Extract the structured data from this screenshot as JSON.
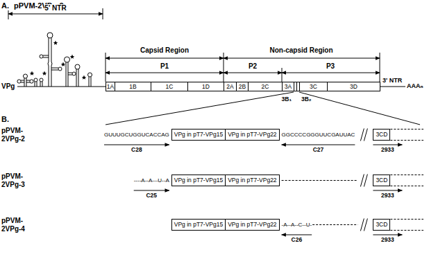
{
  "diagram": {
    "nodes": [
      {
        "text": [
          "1A"
        ]
      },
      {
        "text": [
          "1B"
        ]
      },
      {
        "text": [
          "1C"
        ]
      },
      {
        "text": [
          "1D"
        ]
      },
      {
        "text": [
          "2A"
        ]
      },
      {
        "text": [
          "2B"
        ]
      },
      {
        "text": [
          "2C"
        ]
      },
      {
        "text": [
          "3A"
        ]
      },
      {
        "text": [
          "3C"
        ]
      },
      {
        "text": [
          "3D"
        ]
      },
      {
        "text": [
          "VPg in pT7-VPg15"
        ]
      },
      {
        "text": [
          "VPg in pT7-VPg22"
        ]
      },
      {
        "text": [
          "3CD"
        ]
      },
      {
        "text": [
          "VPg in pT7-VPg15"
        ]
      },
      {
        "text": [
          "VPg in pT7-VPg22"
        ]
      },
      {
        "text": [
          "3CD"
        ]
      },
      {
        "text": [
          "VPg in pT7-VPg15"
        ]
      },
      {
        "text": [
          "VPg in pT7-VPg22"
        ]
      },
      {
        "text": [
          "3CD"
        ]
      }
    ],
    "labels": [
      "A.",
      "pPVM-2VPg-2",
      "5' NTR",
      "VPg",
      "Capsid Region",
      "Non-capsid Region",
      "P1",
      "P2",
      "P3",
      "3' NTR",
      "AAAₙ",
      "3B₁",
      "3B₂",
      "B.",
      "pPVM-2VPg-2",
      "GUUUGCUGGUCACCAG",
      "GGCCCCGGGUUCGAUUAC",
      "C28",
      "C27",
      "2933",
      "pPVM-2VPg-3",
      "----A--A---U--A",
      "C25",
      "2933",
      "pPVM-2VPg-4",
      "-A--A--C--U-",
      "C26",
      "2933"
    ]
  }
}
